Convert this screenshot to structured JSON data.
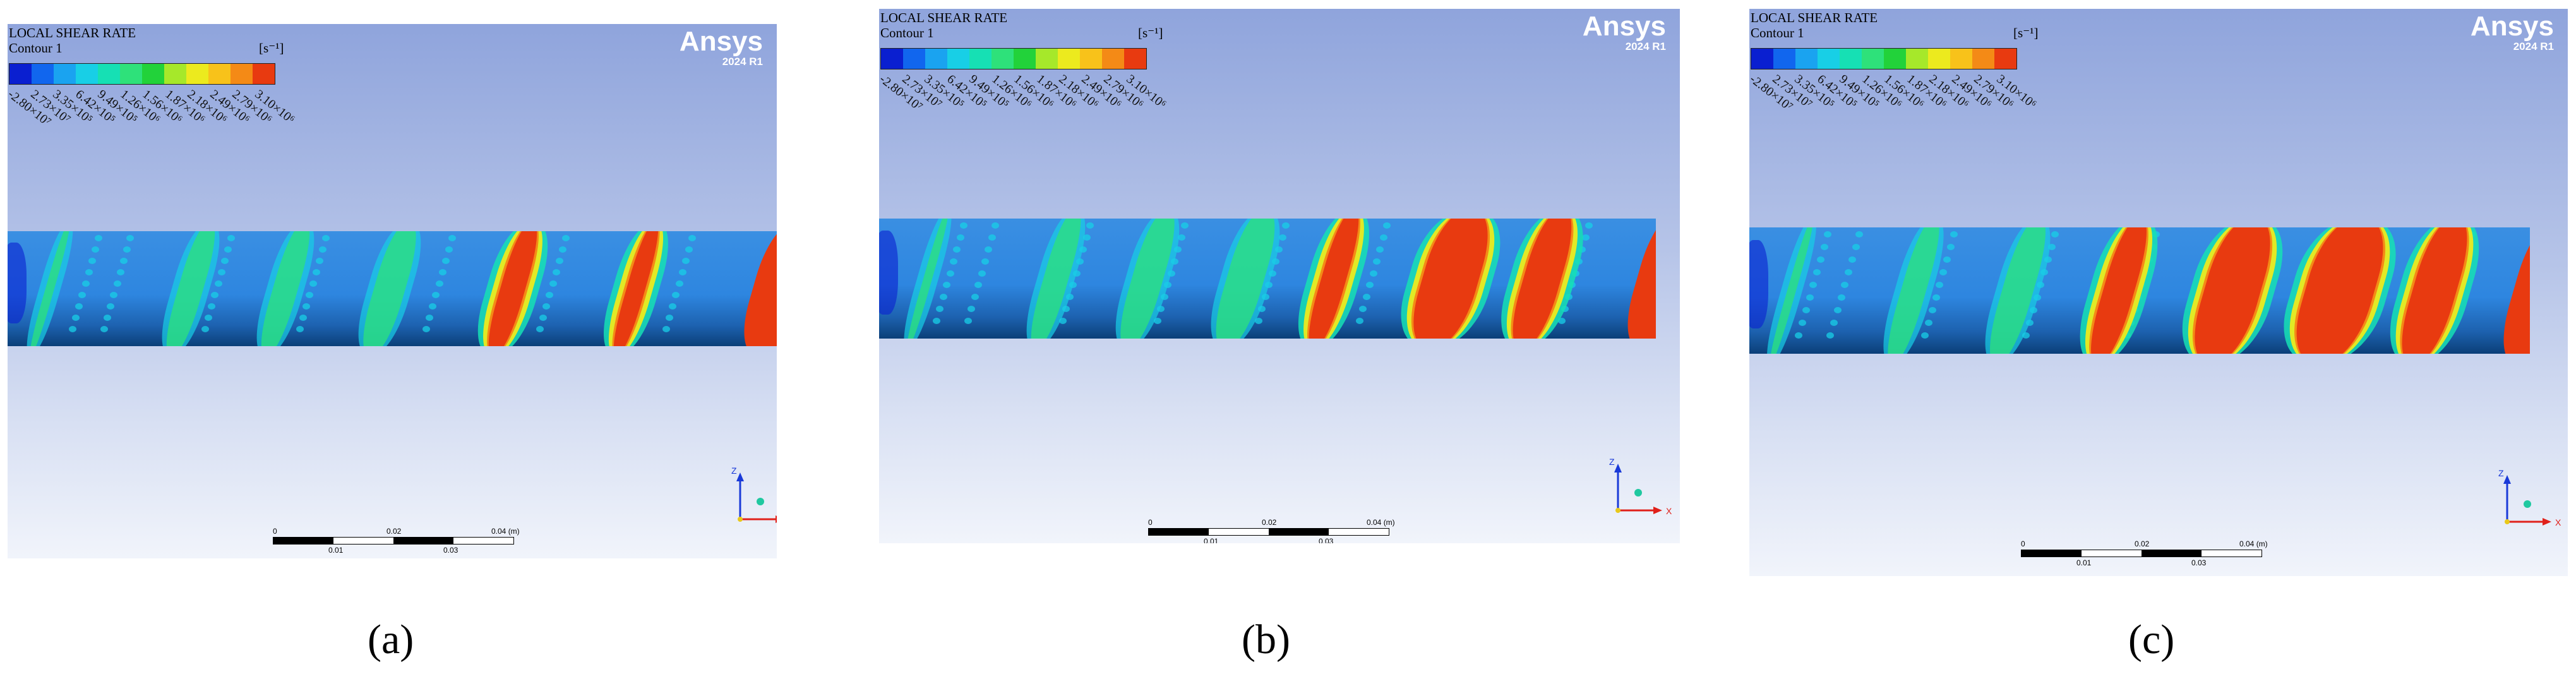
{
  "header": {
    "title": "LOCAL SHEAR RATE",
    "contour": "Contour 1",
    "unit": "[s⁻¹]"
  },
  "colormap": [
    "#0a1fd0",
    "#1166ee",
    "#1aa3f0",
    "#18cfe6",
    "#16e0b4",
    "#2ee17a",
    "#22d23a",
    "#a6e82a",
    "#ecea1e",
    "#f8c21a",
    "#f48a16",
    "#e83a10"
  ],
  "tick_labels": [
    "-2.80×10⁷",
    "2.73×10⁷",
    "3.35×10⁵",
    "6.42×10⁵",
    "9.49×10⁵",
    "1.26×10⁶",
    "1.56×10⁶",
    "1.87×10⁶",
    "2.18×10⁶",
    "2.49×10⁶",
    "2.79×10⁶",
    "3.10×10⁶"
  ],
  "brand": {
    "name": "Ansys",
    "version": "2024 R1"
  },
  "axes": {
    "z": "Z",
    "x": "X"
  },
  "scalebar": {
    "top": [
      "0",
      "0.02",
      "0.04 (m)"
    ],
    "bottom": [
      "0.01",
      "0.03"
    ]
  },
  "panels": [
    {
      "id": "a",
      "caption": "(a)"
    },
    {
      "id": "b",
      "caption": "(b)"
    },
    {
      "id": "c",
      "caption": "(c)"
    }
  ]
}
